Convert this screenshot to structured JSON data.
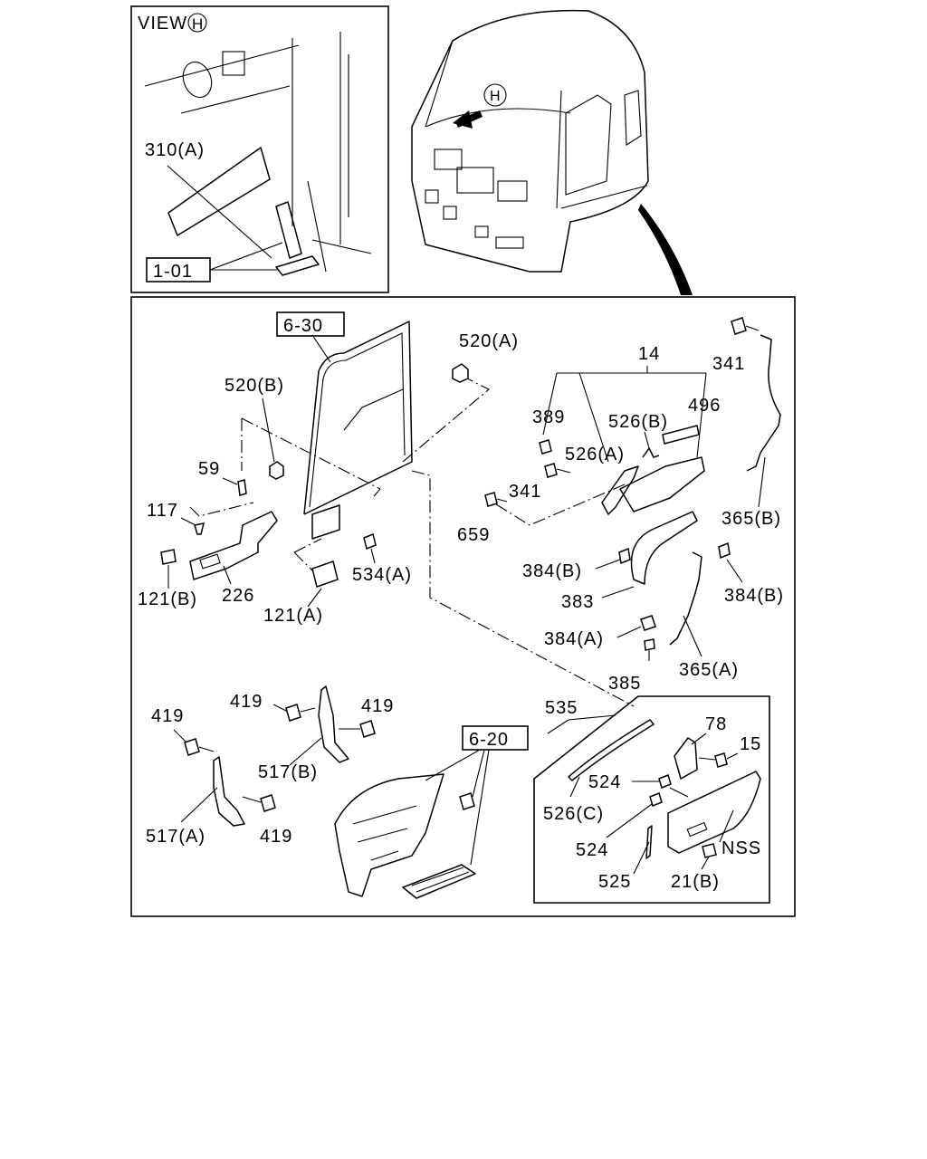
{
  "inset": {
    "view_text": "VIEW",
    "view_marker": "H",
    "label_310a": "310(A)",
    "ref_101": "1-01"
  },
  "cab": {
    "marker": "H"
  },
  "main": {
    "refs": {
      "ref_630": "6-30",
      "ref_620": "6-20"
    },
    "labels": {
      "l_520a": "520(A)",
      "l_520b": "520(B)",
      "l_59": "59",
      "l_117": "117",
      "l_121b": "121(B)",
      "l_226": "226",
      "l_121a": "121(A)",
      "l_534a": "534(A)",
      "l_14": "14",
      "l_341_top": "341",
      "l_389": "389",
      "l_526b": "526(B)",
      "l_496": "496",
      "l_526a": "526(A)",
      "l_341_mid": "341",
      "l_659": "659",
      "l_365b": "365(B)",
      "l_384b_left": "384(B)",
      "l_384b_right": "384(B)",
      "l_383": "383",
      "l_384a": "384(A)",
      "l_385": "385",
      "l_365a": "365(A)",
      "l_419_a": "419",
      "l_419_b": "419",
      "l_419_c": "419",
      "l_419_d": "419",
      "l_517b": "517(B)",
      "l_517a": "517(A)"
    }
  },
  "detail": {
    "labels": {
      "l_535": "535",
      "l_78": "78",
      "l_15": "15",
      "l_524_top": "524",
      "l_526c": "526(C)",
      "l_524_bottom": "524",
      "l_nss": "NSS",
      "l_525": "525",
      "l_21b": "21(B)"
    }
  }
}
